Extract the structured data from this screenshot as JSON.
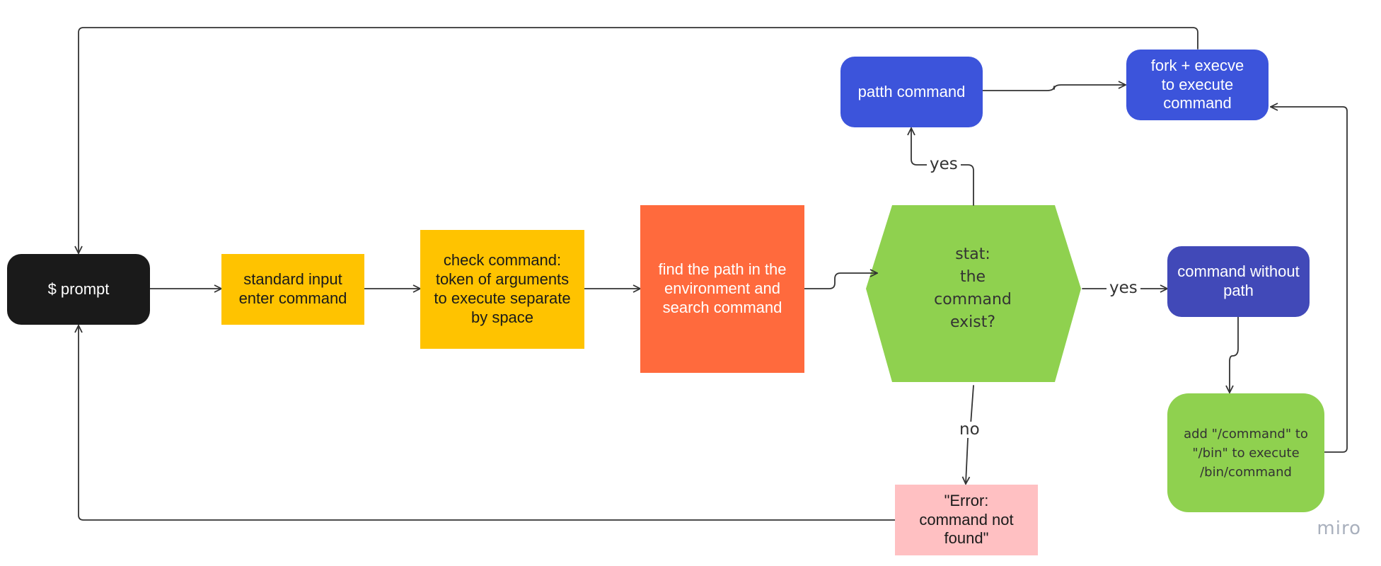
{
  "nodes": {
    "prompt": "$ prompt",
    "standard_input": "standard input\nenter command",
    "check_command": "check command:\ntoken of arguments\nto execute separate\nby space",
    "find_path": "find the path in the\nenvironment and\nsearch command",
    "stat_decision": "stat:\nthe\ncommand\nexist?",
    "path_command": "patth command",
    "fork_execve": "fork + execve\nto execute\ncommand",
    "command_without_path": "command without\npath",
    "add_command_bin": "add \"/command\" to\n\"/bin\" to execute\n/bin/command",
    "error_not_found": "\"Error:\ncommand not\nfound\""
  },
  "edge_labels": {
    "yes_up": "yes",
    "yes_right": "yes",
    "no_down": "no"
  },
  "watermark": "miro",
  "colors": {
    "prompt": "#1a1a1a",
    "standard_input": "#ffc300",
    "check_command": "#ffc300",
    "find_path": "#ff6a3d",
    "stat_decision": "#8fd14f",
    "path_command": "#3c54db",
    "fork_execve": "#3c54db",
    "command_without_path": "#4149b8",
    "add_command_bin": "#8fd14f",
    "error_not_found": "#ffc0c2",
    "edge": "#333333"
  }
}
